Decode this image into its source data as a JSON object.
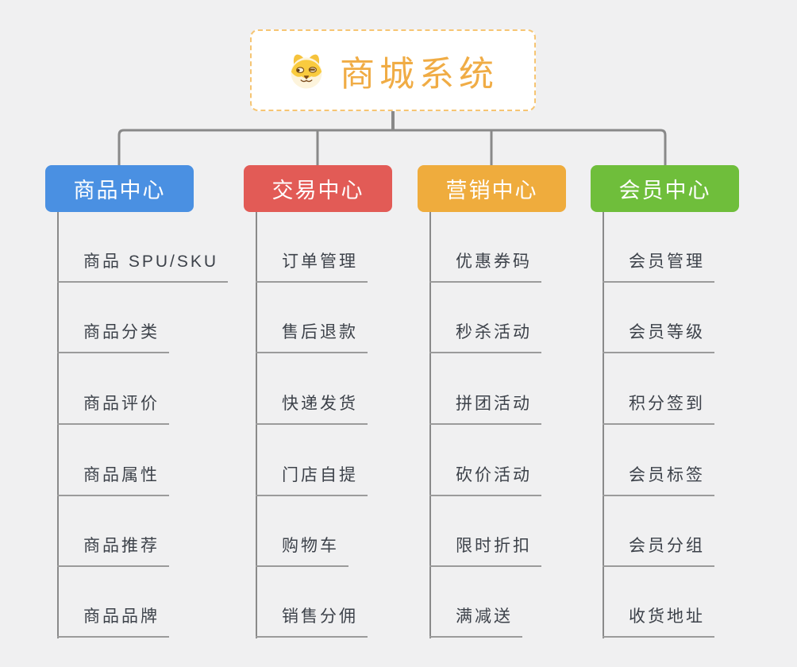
{
  "root": {
    "title": "商城系统",
    "icon": "doge-icon"
  },
  "branches": [
    {
      "label": "商品中心",
      "color": "#4A90E2",
      "children": [
        "商品 SPU/SKU",
        "商品分类",
        "商品评价",
        "商品属性",
        "商品推荐",
        "商品品牌"
      ]
    },
    {
      "label": "交易中心",
      "color": "#E25B56",
      "children": [
        "订单管理",
        "售后退款",
        "快递发货",
        "门店自提",
        "购物车",
        "销售分佣"
      ]
    },
    {
      "label": "营销中心",
      "color": "#EFAC3D",
      "children": [
        "优惠券码",
        "秒杀活动",
        "拼团活动",
        "砍价活动",
        "限时折扣",
        "满减送"
      ]
    },
    {
      "label": "会员中心",
      "color": "#6FBE3B",
      "children": [
        "会员管理",
        "会员等级",
        "积分签到",
        "会员标签",
        "会员分组",
        "收货地址"
      ]
    }
  ],
  "colors": {
    "background": "#F0F0F1",
    "root_accent": "#F0AC45",
    "root_border": "#F6C573",
    "connector": "#898989",
    "leaf_underline": "#9B9B9B",
    "leaf_text": "#3D424A",
    "branch_product": "#4A90E2",
    "branch_trade": "#E25B56",
    "branch_marketing": "#EFAC3D",
    "branch_member": "#6FBE3B"
  }
}
